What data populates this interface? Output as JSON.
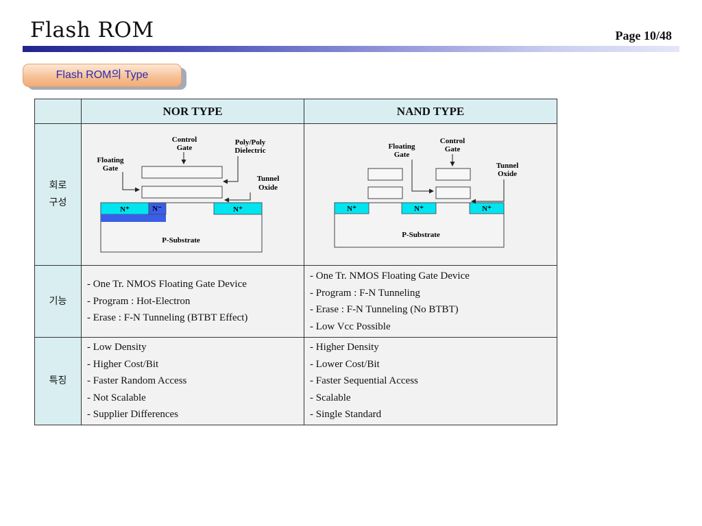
{
  "header": {
    "title": "Flash ROM",
    "page": "Page 10/48"
  },
  "section_tab": "Flash ROM의 Type",
  "table": {
    "columns": [
      "",
      "NOR TYPE",
      "NAND TYPE"
    ],
    "rows": {
      "circuit": {
        "label_line1": "회로",
        "label_line2": "구성"
      },
      "function": {
        "label": "기능",
        "nor": [
          "- One Tr. NMOS Floating Gate Device",
          "- Program : Hot-Electron",
          "- Erase : F-N Tunneling (BTBT Effect)"
        ],
        "nand": [
          "- One Tr. NMOS Floating Gate Device",
          "- Program : F-N Tunneling",
          "- Erase : F-N Tunneling (No BTBT)",
          "- Low Vcc Possible"
        ]
      },
      "feature": {
        "label": "특징",
        "nor": [
          "- Low Density",
          "- Higher Cost/Bit",
          "- Faster Random Access",
          "- Not Scalable",
          "- Supplier Differences"
        ],
        "nand": [
          "- Higher Density",
          "- Lower Cost/Bit",
          "- Faster Sequential Access",
          "- Scalable",
          "- Single Standard"
        ]
      }
    }
  },
  "nor_diagram": {
    "control_gate": [
      "Control",
      "Gate"
    ],
    "poly_dielectric": [
      "Poly/Poly",
      "Dielectric"
    ],
    "floating_gate": [
      "Floating",
      "Gate"
    ],
    "tunnel_oxide": [
      "Tunnel",
      "Oxide"
    ],
    "n_plus": "N⁺",
    "n_minus": "N⁻",
    "substrate": "P-Substrate"
  },
  "nand_diagram": {
    "floating_gate": [
      "Floating",
      "Gate"
    ],
    "control_gate": [
      "Control",
      "Gate"
    ],
    "tunnel_oxide": [
      "Tunnel",
      "Oxide"
    ],
    "n_plus": "N⁺",
    "substrate": "P-Substrate"
  },
  "colors": {
    "n_plus_region": "#00e5f0",
    "n_minus_region": "#3a5ee8",
    "header_fill": "#d9eef1",
    "cell_fill": "#f2f2f2"
  }
}
